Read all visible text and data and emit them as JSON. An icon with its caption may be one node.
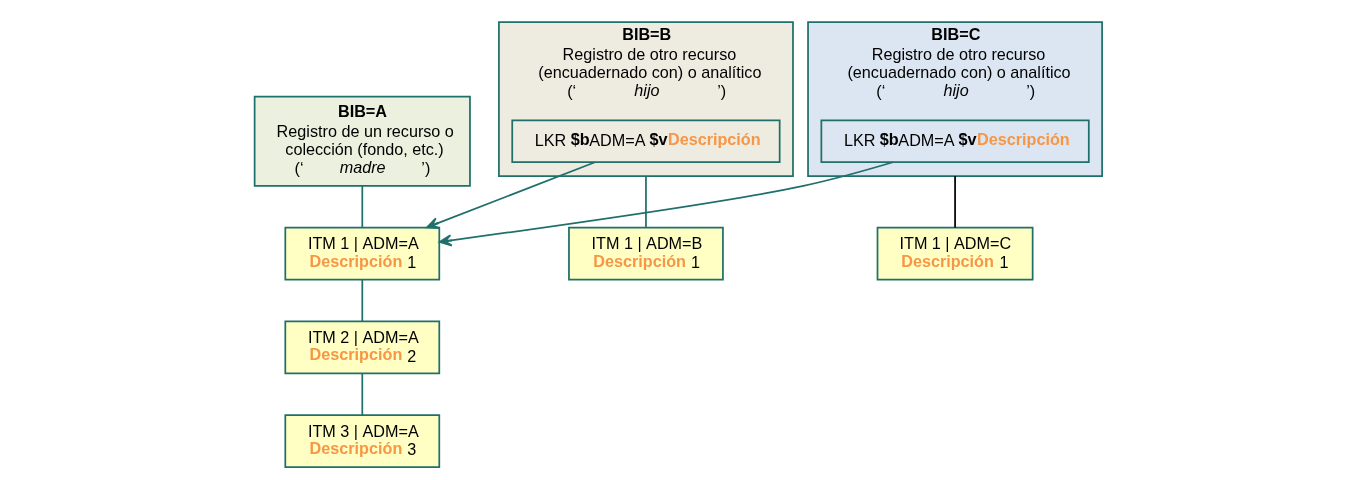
{
  "diagram": {
    "nodes": [
      {
        "text": [
          "BIB=A",
          "Registro de un recurso o colección (fondo, etc.) (‘*madre*’)"
        ]
      },
      {
        "text": [
          "ITM 1 | ADM=A",
          "**Descripción** 1"
        ]
      },
      {
        "text": [
          "ITM 2 | ADM=A",
          "**Descripción** 2"
        ]
      },
      {
        "text": [
          "ITM 3 | ADM=A",
          "**Descripción** 3"
        ]
      },
      {
        "text": [
          "BIB=B",
          "Registro de otro recurso (encuadernado con) o analítico (‘*hijo*’)"
        ]
      },
      {
        "text": [
          "LKR **$b**ADM=A **$v****Descripción**"
        ],
        "in": 4
      },
      {
        "text": [
          "ITM 1 | ADM=B",
          "**Descripción** 1"
        ]
      },
      {
        "text": [
          "BIB=C",
          "Registro de otro recurso (encuadernado con) o analítico (‘*hijo*’)"
        ]
      },
      {
        "text": [
          "LKR **$b**ADM=A **$v****Descripción**"
        ],
        "in": 7
      },
      {
        "text": [
          "ITM 1 | ADM=C",
          "**Descripción** 1"
        ]
      }
    ],
    "edges": [
      {
        "from": 0,
        "to": 1,
        "arrow": "none"
      },
      {
        "from": 1,
        "to": 2,
        "arrow": "none"
      },
      {
        "from": 2,
        "to": 3,
        "arrow": "none"
      },
      {
        "from": 4,
        "to": 6,
        "arrow": "none"
      },
      {
        "from": 7,
        "to": 9,
        "arrow": "none",
        "color": "#000000"
      },
      {
        "from": 5,
        "to": 1,
        "arrow": "to"
      },
      {
        "from": 8,
        "to": 1,
        "arrow": "to"
      }
    ]
  }
}
